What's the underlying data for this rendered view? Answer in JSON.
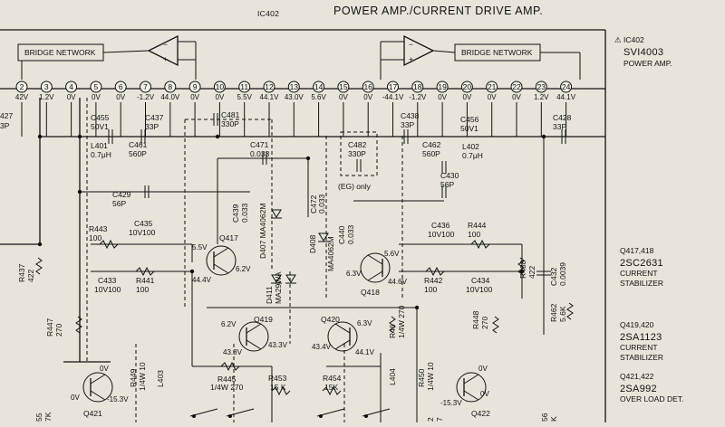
{
  "header": {
    "ic_ref": "IC402",
    "title": "POWER AMP./CURRENT DRIVE AMP."
  },
  "ic_block": {
    "ref": "IC402",
    "part": "SVI4003",
    "desc": "POWER AMP."
  },
  "bridge_left": "BRIDGE NETWORK",
  "bridge_right": "BRIDGE NETWORK",
  "pin_numbers": [
    "2",
    "3",
    "4",
    "5",
    "6",
    "7",
    "8",
    "9",
    "10",
    "11",
    "12",
    "13",
    "14",
    "15",
    "16",
    "17",
    "18",
    "19",
    "20",
    "21",
    "22",
    "23",
    "24"
  ],
  "pin_voltages": [
    "42V",
    "1.2V",
    "0V",
    "0V",
    "0V",
    "-1.2V",
    "44.0V",
    "0V",
    "0V",
    "5.5V",
    "44.1V",
    "43.0V",
    "5.6V",
    "0V",
    "0V",
    "-44.1V",
    "-1.2V",
    "0V",
    "0V",
    "0V",
    "0V",
    "1.2V",
    "44.1V"
  ],
  "components": {
    "c427": [
      "427",
      "3P"
    ],
    "c455": [
      "C455",
      "50V1"
    ],
    "l401": [
      "L401",
      "0.7μH"
    ],
    "c461": [
      "C461",
      "560P"
    ],
    "c437": [
      "C437",
      "33P"
    ],
    "c481": [
      "C481",
      "330P"
    ],
    "c471": [
      "C471",
      "0.033"
    ],
    "c438": [
      "C438",
      "33P"
    ],
    "c456": [
      "C456",
      "50V1"
    ],
    "c462": [
      "C462",
      "560P"
    ],
    "l402": [
      "L402",
      "0.7μH"
    ],
    "c428": [
      "C428",
      "33P"
    ],
    "c482": [
      "C482",
      "330P"
    ],
    "eg_note": "(EG) only",
    "c430": [
      "C430",
      "56P"
    ],
    "c429": [
      "C429",
      "56P"
    ],
    "r443": [
      "R443",
      "100"
    ],
    "c435": [
      "C435",
      "10V100"
    ],
    "c439": [
      "C439",
      "0.033"
    ],
    "d407": "D407 MA4062M",
    "c472": [
      "C472",
      "0.033"
    ],
    "d408": [
      "D408",
      "MA4062M"
    ],
    "c440": [
      "C440",
      "0.033"
    ],
    "c436": [
      "C436",
      "10V100"
    ],
    "r444": [
      "R444",
      "100"
    ],
    "r437": [
      "R437",
      "422"
    ],
    "c433": [
      "C433",
      "10V100"
    ],
    "r441": [
      "R441",
      "100"
    ],
    "d411": [
      "D411",
      "MA29WA"
    ],
    "r442": [
      "R442",
      "100"
    ],
    "c434": [
      "C434",
      "10V100"
    ],
    "r438": [
      "R438",
      "422"
    ],
    "c432": [
      "C432",
      "0.0039"
    ],
    "r462": [
      "R462",
      "5.6K"
    ],
    "r447": [
      "R447",
      "270"
    ],
    "r445": [
      "R445",
      "1/4W 270"
    ],
    "r446": [
      "R46",
      "1/4W 270"
    ],
    "r448": [
      "R448",
      "270"
    ],
    "r449": [
      "R449",
      "1/4W 10"
    ],
    "l403": "L403",
    "r453": [
      "R453",
      "15 K"
    ],
    "r454": [
      "R454",
      "15K"
    ],
    "l404": "L404",
    "r450": [
      "R450",
      "1/4W 10"
    ]
  },
  "transistors": {
    "q417": {
      "ref": "Q417",
      "v1": "5.5V",
      "v2": "6.2V",
      "v3": "44.4V"
    },
    "q418": {
      "ref": "Q418",
      "v1": "5.6V",
      "v2": "6.3V",
      "v3": "44.6V"
    },
    "q419": {
      "ref": "Q419",
      "v1": "6.2V",
      "v2": "43.8V",
      "v3": "43.3V"
    },
    "q420": {
      "ref": "Q420",
      "v1": "6.3V",
      "v2": "43.4V",
      "v3": "44.1V"
    },
    "q421": {
      "ref": "Q421",
      "v1": "0V",
      "v2": "0V",
      "v3": "-15.3V"
    },
    "q422": {
      "ref": "Q422",
      "v1": "0V",
      "v2": "-15.3V",
      "v3": "0V"
    }
  },
  "legend": [
    {
      "refs": "Q417,418",
      "part": "2SC2631",
      "desc1": "CURRENT",
      "desc2": "STABILIZER"
    },
    {
      "refs": "Q419,420",
      "part": "2SA1123",
      "desc1": "CURRENT",
      "desc2": "STABILIZER"
    },
    {
      "refs": "Q421,422",
      "part": "2SA992",
      "desc1": "OVER LOAD DET.",
      "desc2": ""
    }
  ],
  "edge_labels": {
    "left1": "55",
    "left2": "7K",
    "mid1": "2",
    "mid2": "7",
    "right1": "56",
    "right2": "K"
  }
}
